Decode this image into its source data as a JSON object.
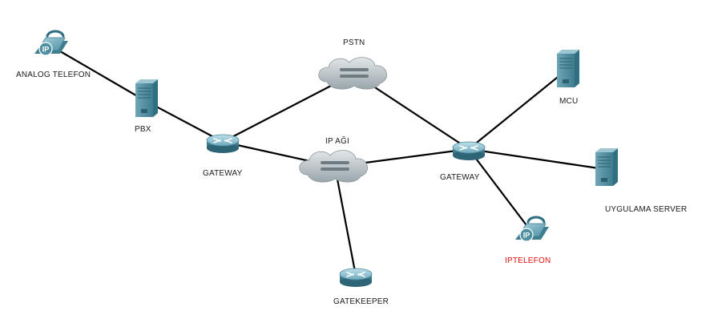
{
  "nodes": {
    "analog_phone": {
      "label": "ANALOG TELEFON",
      "icon": "ip-phone-icon"
    },
    "pbx": {
      "label": "PBX",
      "icon": "server-icon"
    },
    "gateway_left": {
      "label": "GATEWAY",
      "icon": "router-icon"
    },
    "pstn": {
      "label": "PSTN",
      "icon": "cloud-icon"
    },
    "ip_net": {
      "label": "IP AĞI",
      "icon": "cloud-icon"
    },
    "gateway_right": {
      "label": "GATEWAY",
      "icon": "router-icon"
    },
    "mcu": {
      "label": "MCU",
      "icon": "server-icon"
    },
    "app_server": {
      "label": "UYGULAMA SERVER",
      "icon": "server-icon"
    },
    "ip_phone": {
      "label": "IPTELEFON",
      "icon": "ip-phone-icon",
      "label_color": "#e01010"
    },
    "gatekeeper": {
      "label": "GATEKEEPER",
      "icon": "router-icon"
    }
  },
  "links": [
    [
      "analog_phone",
      "pbx"
    ],
    [
      "pbx",
      "gateway_left"
    ],
    [
      "gateway_left",
      "pstn"
    ],
    [
      "gateway_left",
      "ip_net"
    ],
    [
      "pstn",
      "gateway_right"
    ],
    [
      "ip_net",
      "gateway_right"
    ],
    [
      "ip_net",
      "gatekeeper"
    ],
    [
      "gateway_right",
      "mcu"
    ],
    [
      "gateway_right",
      "app_server"
    ],
    [
      "gateway_right",
      "ip_phone"
    ]
  ],
  "colors": {
    "link": "#000000",
    "device_teal": "#5f9fb0",
    "device_dark": "#2f6f82",
    "cloud": "#b9c2c6",
    "highlight_label": "#e01010"
  }
}
